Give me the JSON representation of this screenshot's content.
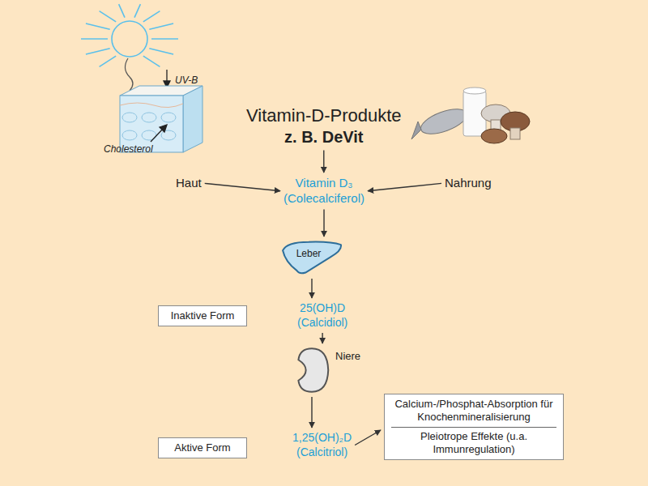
{
  "diagram": {
    "nodes": [
      {
        "text": [
          "Vitamin-D-Produkte",
          "z. B. DeVit"
        ]
      },
      {
        "text": [
          "Haut"
        ]
      },
      {
        "text": [
          "Vitamin D₃",
          "(Colecalciferol)"
        ]
      },
      {
        "text": [
          "Nahrung"
        ]
      },
      {
        "text": [
          "Leber"
        ]
      },
      {
        "text": [
          "Inaktive Form"
        ]
      },
      {
        "text": [
          "25(OH)D",
          "(Calcidiol)"
        ]
      },
      {
        "text": [
          "Niere"
        ]
      },
      {
        "text": [
          "Aktive Form"
        ]
      },
      {
        "text": [
          "1,25(OH)₂D",
          "(Calcitriol)"
        ]
      },
      {
        "text": [
          "Calcium-/Phosphat-Absorption für Knochenmineralisierung",
          "Pleiotrope Effekte (u.a. Immunregulation)"
        ]
      }
    ],
    "edges": [
      {
        "from": 0,
        "to": 2,
        "arrow": "to"
      },
      {
        "from": 1,
        "to": 2,
        "arrow": "to"
      },
      {
        "from": 3,
        "to": 2,
        "arrow": "to"
      },
      {
        "from": 2,
        "to": 4,
        "arrow": "to"
      },
      {
        "from": 4,
        "to": 6,
        "arrow": "to"
      },
      {
        "from": 6,
        "to": 7,
        "arrow": "to"
      },
      {
        "from": 7,
        "to": 9,
        "arrow": "to"
      },
      {
        "from": 9,
        "to": 10,
        "arrow": "to"
      }
    ],
    "labels": [
      "UV-B",
      "Cholesterol"
    ]
  }
}
